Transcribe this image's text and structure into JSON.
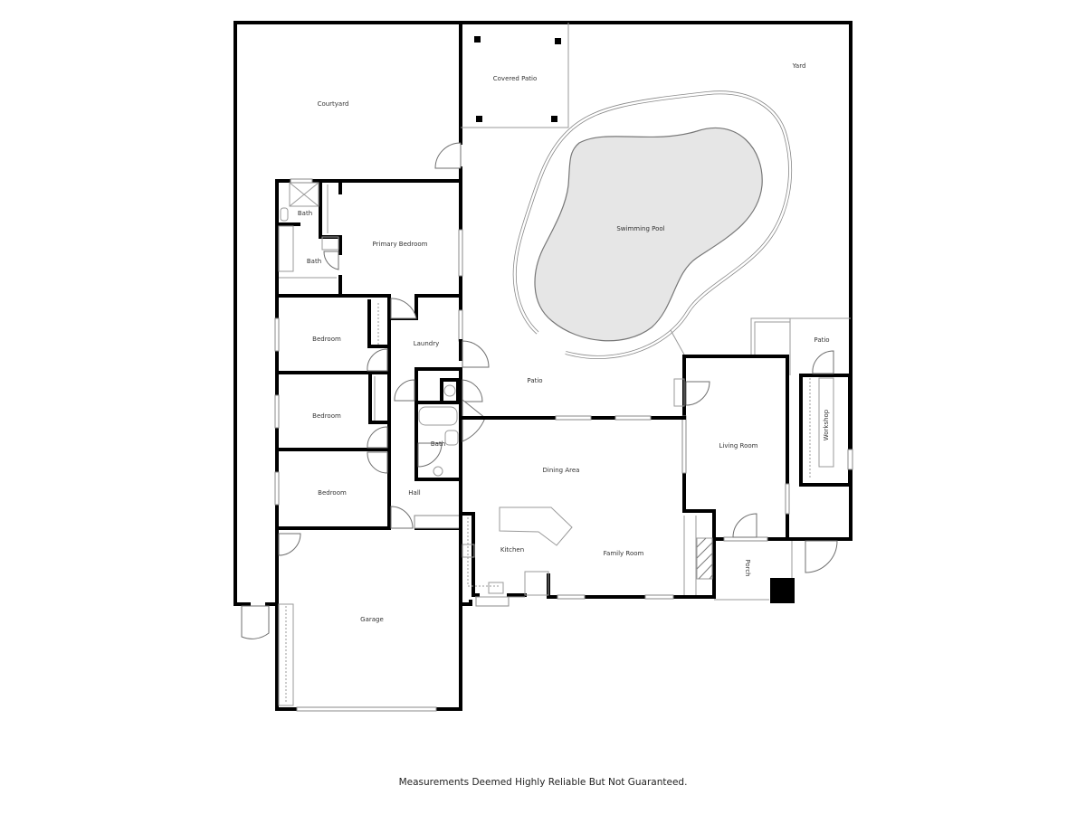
{
  "floor_plan": {
    "rooms": {
      "courtyard": "Courtyard",
      "covered_patio": "Covered Patio",
      "yard": "Yard",
      "swimming_pool": "Swimming Pool",
      "bath_1": "Bath",
      "bath_2": "Bath",
      "primary_bedroom": "Primary Bedroom",
      "laundry": "Laundry",
      "bedroom_1": "Bedroom",
      "bedroom_2": "Bedroom",
      "bedroom_3": "Bedroom",
      "bath_3": "Bath",
      "patio": "Patio",
      "patio_east": "Patio",
      "workshop": "Workshop",
      "living_room": "Living Room",
      "dining_area": "Dining Area",
      "hall": "Hall",
      "kitchen": "Kitchen",
      "family_room": "Family Room",
      "porch": "Porch",
      "garage": "Garage"
    },
    "colors": {
      "wall": "#000000",
      "pool_fill": "#e6e6e6",
      "background": "#ffffff"
    }
  },
  "footer": {
    "disclaimer": "Measurements Deemed Highly Reliable But Not Guaranteed."
  }
}
